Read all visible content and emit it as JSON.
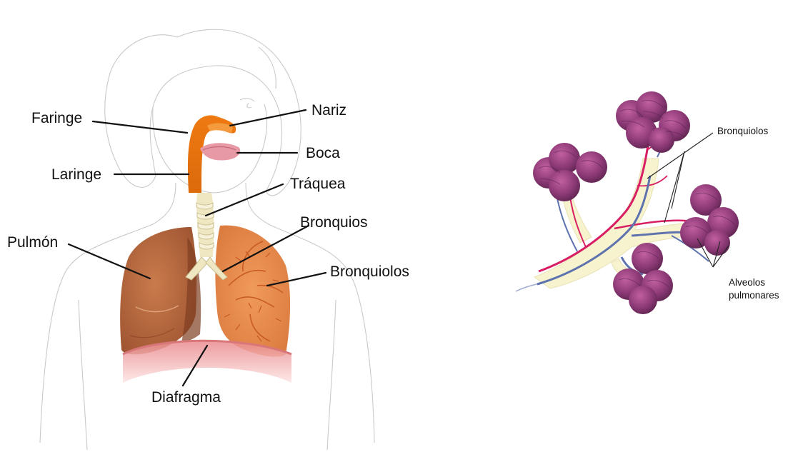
{
  "colors": {
    "airway": "#e9740f",
    "lung_left": "#b8673a",
    "lung_right": "#e08a4e",
    "trachea": "#f1eccb",
    "diaphragm": "#e9898c",
    "alveolus": "#8d3a77",
    "artery": "#d81f63",
    "vein": "#5e73ad",
    "bronchiole": "#f7f3cf"
  },
  "left_diagram": {
    "labels": {
      "faringe": "Faringe",
      "nariz": "Nariz",
      "boca": "Boca",
      "laringe": "Laringe",
      "traquea": "Tráquea",
      "bronquios": "Bronquios",
      "pulmon": "Pulmón",
      "bronquiolos": "Bronquiolos",
      "diafragma": "Diafragma"
    }
  },
  "right_diagram": {
    "labels": {
      "bronquiolos": "Bronquiolos",
      "alveolos_line1": "Alveolos",
      "alveolos_line2": "pulmonares"
    }
  }
}
